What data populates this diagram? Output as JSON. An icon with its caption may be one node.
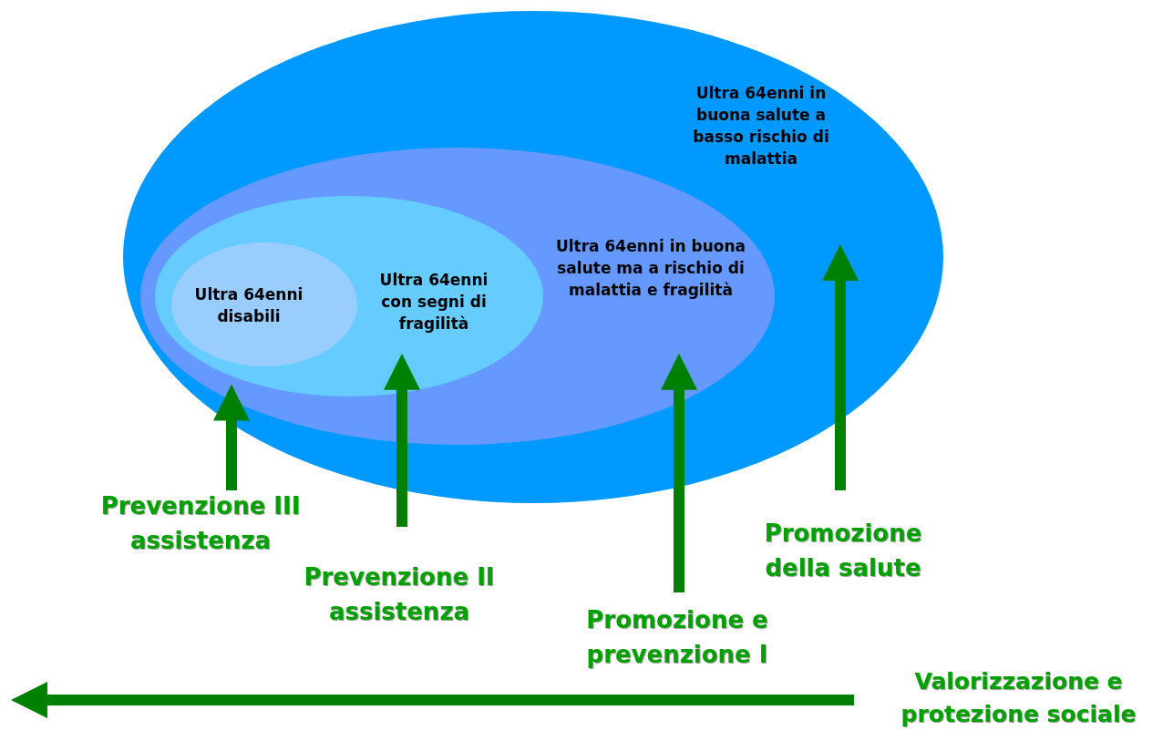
{
  "diagram": {
    "nodes": [
      {
        "text": [
          "Ultra 64enni in buona salute a basso rischio di malattia"
        ]
      },
      {
        "text": [
          "Ultra 64enni in buona salute ma a rischio di malattia e fragilità"
        ],
        "in": 0
      },
      {
        "text": [
          "Ultra 64enni con segni di fragilità"
        ],
        "in": 1
      },
      {
        "text": [
          "Ultra 64enni disabili"
        ],
        "in": 2
      },
      {
        "text": [
          "Prevenzione III assistenza"
        ]
      },
      {
        "text": [
          "Prevenzione II assistenza"
        ]
      },
      {
        "text": [
          "Promozione e prevenzione I"
        ]
      },
      {
        "text": [
          "Promozione della salute"
        ]
      },
      {
        "text": [
          "Valorizzazione e protezione sociale"
        ]
      }
    ],
    "edges": [
      {
        "from": 4,
        "to": 3,
        "arrow": "to"
      },
      {
        "from": 5,
        "to": 2,
        "arrow": "to"
      },
      {
        "from": 6,
        "to": 1,
        "arrow": "to"
      },
      {
        "from": 7,
        "to": 0,
        "arrow": "to"
      },
      {
        "from": 8,
        "to": null,
        "arrow": "to"
      }
    ]
  }
}
